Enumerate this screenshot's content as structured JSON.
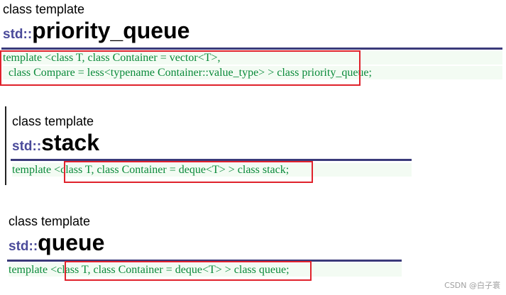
{
  "sections": [
    {
      "kind": "class template",
      "namespace": "std::",
      "name": "priority_queue",
      "code_line1": "template <class T, class Container = vector<T>,",
      "code_line2": "  class Compare = less<typename Container::value_type> > class priority_queue;"
    },
    {
      "kind": "class template",
      "namespace": "std::",
      "name": "stack",
      "code_prefix": "template ",
      "code_highlight": "<class T, class Container = deque<T> >",
      "code_suffix": " class stack;"
    },
    {
      "kind": "class template",
      "namespace": "std::",
      "name": "queue",
      "code_prefix": "template ",
      "code_highlight": "<class T, class Container = deque<T> >",
      "code_suffix": " class queue;"
    }
  ],
  "watermark": "CSDN @白子寰",
  "colors": {
    "highlight_box": "#e0222c",
    "code_text": "#0a8a3a",
    "namespace": "#4a4a9a",
    "rule": "#3a3a7a"
  }
}
